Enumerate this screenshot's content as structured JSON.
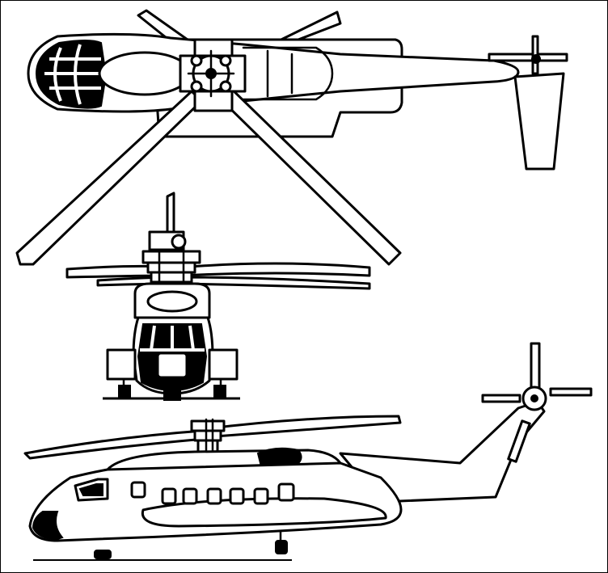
{
  "figure": {
    "views": [
      "top-view",
      "front-view",
      "side-view"
    ],
    "colors": {
      "ink": "#000000",
      "paper": "#ffffff"
    }
  }
}
